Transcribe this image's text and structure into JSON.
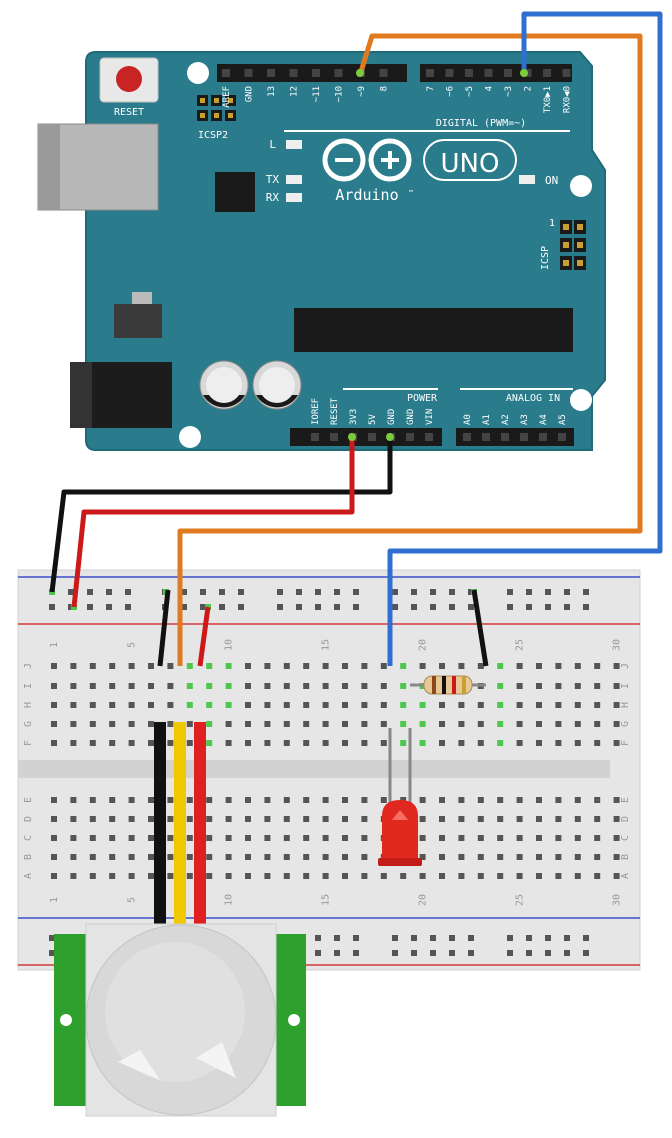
{
  "arduino": {
    "model": "UNO",
    "brand": "Arduino",
    "trademark": "™",
    "reset_label": "RESET",
    "icsp2_label": "ICSP2",
    "icsp_label": "ICSP",
    "icsp_pin1": "1",
    "led_l": "L",
    "led_tx": "TX",
    "led_rx": "RX",
    "led_on": "ON",
    "digital_header_label": "DIGITAL (PWM=~)",
    "power_header_label": "POWER",
    "analog_header_label": "ANALOG IN",
    "top_pins_left": [
      "AREF",
      "GND",
      "13",
      "12",
      "~11",
      "~10",
      "~9",
      "8"
    ],
    "top_pins_right": [
      "7",
      "~6",
      "~5",
      "4",
      "~3",
      "2",
      "TX0▶1",
      "RX0◀0"
    ],
    "power_pins": [
      "IOREF",
      "RESET",
      "3V3",
      "5V",
      "GND",
      "GND",
      "VIN"
    ],
    "analog_pins": [
      "A0",
      "A1",
      "A2",
      "A3",
      "A4",
      "A5"
    ]
  },
  "breadboard": {
    "col_numbers": [
      "1",
      "5",
      "10",
      "15",
      "20",
      "25",
      "30"
    ],
    "rows_top": [
      "J",
      "I",
      "H",
      "G",
      "F"
    ],
    "rows_bottom": [
      "E",
      "D",
      "C",
      "B",
      "A"
    ]
  },
  "components": {
    "led_color": "red",
    "resistor": "resistor",
    "pir": "PIR motion sensor"
  },
  "colors": {
    "board": "#2a7c8c",
    "board_edge": "#1f6a78",
    "wire_orange": "#e07a1f",
    "wire_blue": "#2f6fd0",
    "wire_red": "#cc1a1a",
    "wire_black": "#111111",
    "wire_yellow": "#f0c800",
    "pir_green": "#2ea02e",
    "led_red": "#e0281e"
  }
}
